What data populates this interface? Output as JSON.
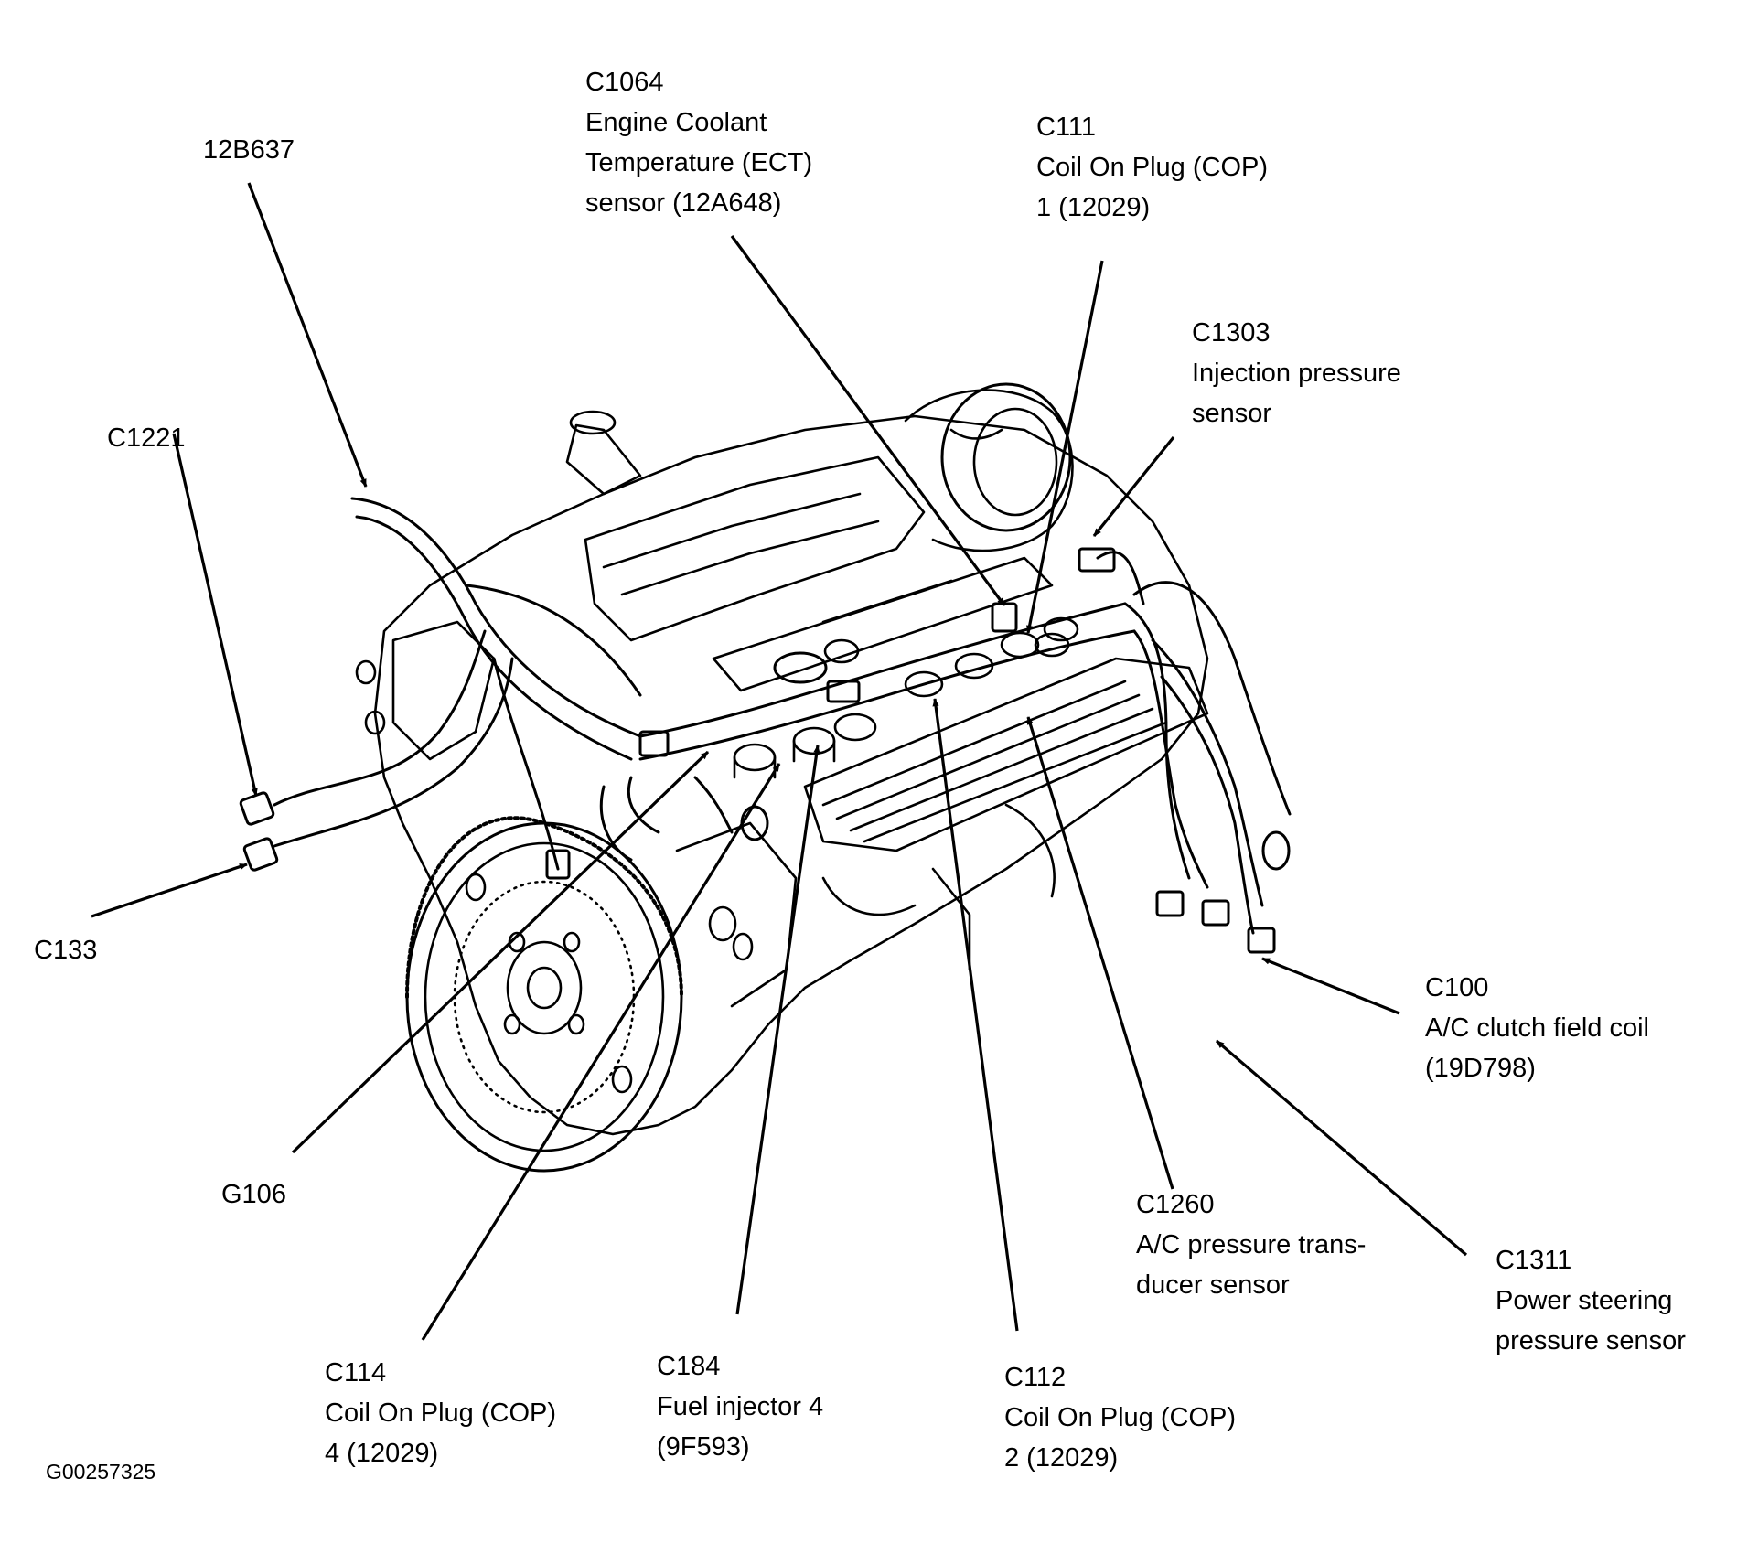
{
  "figure_id": "G00257325",
  "callouts": [
    {
      "key": "c1064",
      "lines": [
        "C1064",
        "Engine Coolant",
        "Temperature (ECT)",
        "sensor (12A648)"
      ]
    },
    {
      "key": "c111",
      "lines": [
        "C111",
        "Coil On Plug (COP)",
        "1 (12029)"
      ]
    },
    {
      "key": "b12b637",
      "lines": [
        "12B637"
      ]
    },
    {
      "key": "c1303",
      "lines": [
        "C1303",
        "Injection pressure",
        "sensor"
      ]
    },
    {
      "key": "c1221",
      "lines": [
        "C1221"
      ]
    },
    {
      "key": "c133",
      "lines": [
        "C133"
      ]
    },
    {
      "key": "c100",
      "lines": [
        "C100",
        "A/C clutch field coil",
        "(19D798)"
      ]
    },
    {
      "key": "g106",
      "lines": [
        "G106"
      ]
    },
    {
      "key": "c1260",
      "lines": [
        "C1260",
        "A/C pressure trans-",
        "ducer sensor"
      ]
    },
    {
      "key": "c1311",
      "lines": [
        "C1311",
        "Power steering",
        "pressure sensor"
      ]
    },
    {
      "key": "c114",
      "lines": [
        "C114",
        "Coil On Plug (COP)",
        "4 (12029)"
      ]
    },
    {
      "key": "c184",
      "lines": [
        "C184",
        "Fuel injector 4",
        "(9F593)"
      ]
    },
    {
      "key": "c112",
      "lines": [
        "C112",
        "Coil On Plug (COP)",
        "2 (12029)"
      ]
    }
  ]
}
